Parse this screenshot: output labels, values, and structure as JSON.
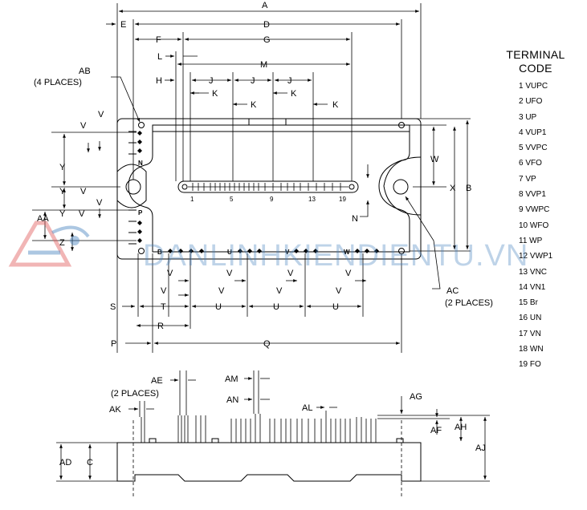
{
  "dimension_labels": {
    "A": "A",
    "B": "B",
    "C": "C",
    "D": "D",
    "E": "E",
    "F": "F",
    "G": "G",
    "J": "J",
    "K": "K",
    "L": "L",
    "M": "M",
    "N": "N",
    "P": "P",
    "Q": "Q",
    "R": "R",
    "S": "S",
    "T": "T",
    "U": "U",
    "V": "V",
    "W": "W",
    "X": "X",
    "Y": "Y",
    "Z": "Z",
    "AA": "AA",
    "AB": "AB",
    "AC": "AC",
    "AD": "AD",
    "AE": "AE",
    "AF": "AF",
    "AG": "AG",
    "AH": "AH",
    "AJ": "AJ",
    "AK": "AK",
    "AL": "AL",
    "AM": "AM",
    "AN": "AN",
    "H": "H"
  },
  "notes": {
    "ab_places": "(4 PLACES)",
    "ac_places": "(2 PLACES)",
    "ae_places": "(2 PLACES)"
  },
  "pin_numbers": [
    "1",
    "5",
    "9",
    "13",
    "19"
  ],
  "phase_markers": {
    "n": "N",
    "p": "P",
    "b": "B",
    "u": "U",
    "v": "V",
    "w": "W"
  },
  "terminal_code": {
    "title_line1": "TERMINAL",
    "title_line2": "CODE",
    "entries": [
      "1 VUPC",
      "2 UFO",
      "3 UP",
      "4 VUP1",
      "5 VVPC",
      "6 VFO",
      "7 VP",
      "8 VVP1",
      "9 VWPC",
      "10 WFO",
      "11 WP",
      "12 VWP1",
      "13 VNC",
      "14 VN1",
      "15 Br",
      "16 UN",
      "17 VN",
      "18 WN",
      "19 FO"
    ]
  },
  "watermark": {
    "text": "DANLINHKIENDIENTU.VN",
    "color": "#4682be",
    "accent_color": "#e05a5a"
  }
}
